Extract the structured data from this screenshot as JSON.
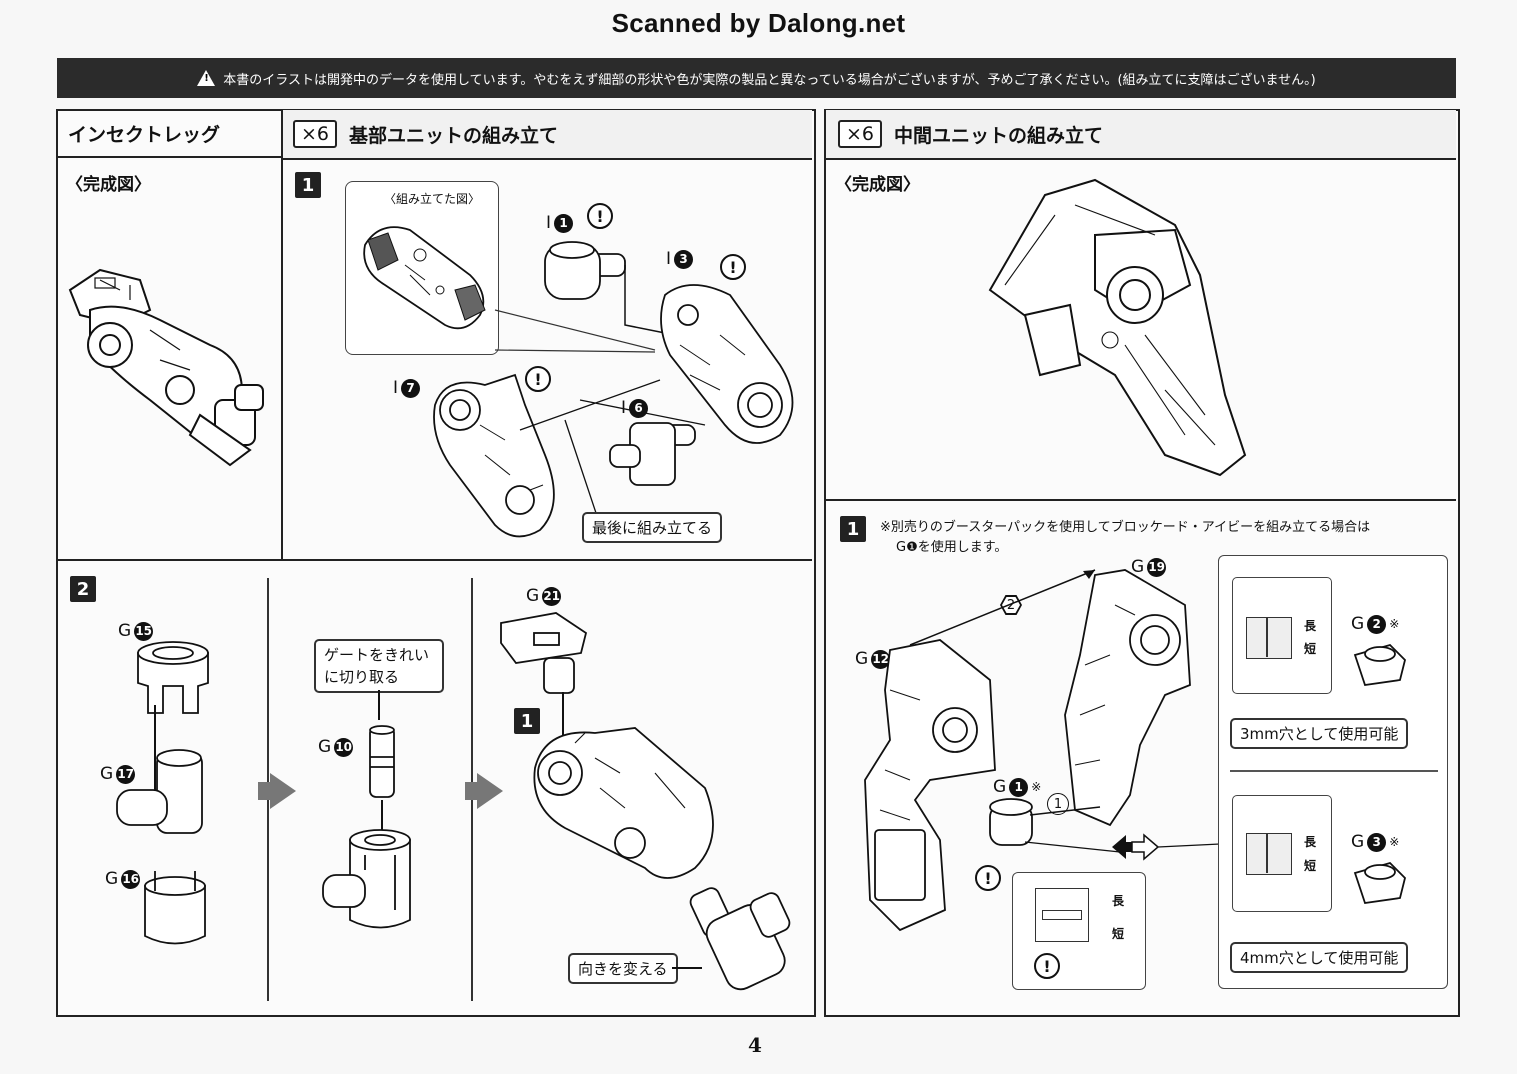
{
  "header": {
    "scanned_by": "Scanned by Dalong.net"
  },
  "notice": {
    "text": "本書のイラストは開発中のデータを使用しています。やむをえず細部の形状や色が実際の製品と異なっている場合がございますが、予めご了承ください。(組み立てに支障はございません。)"
  },
  "left_panel": {
    "title": "インセクトレッグ",
    "completed_label": "〈完成図〉"
  },
  "base_unit": {
    "multiplier": "×6",
    "title": "基部ユニットの組み立て",
    "step": "1",
    "inset_label": "〈組み立てた図〉",
    "parts": [
      "I",
      "I",
      "I",
      "I"
    ],
    "part_numbers": [
      "1",
      "3",
      "7",
      "6"
    ],
    "last_note": "最後に組み立てる"
  },
  "step2": {
    "step": "2",
    "parts_letter": "G",
    "part_numbers": [
      "15",
      "17",
      "16",
      "10",
      "21"
    ],
    "gate_note_line1": "ゲートをきれい",
    "gate_note_line2": "に切り取る",
    "ref_step": "1",
    "turn_note": "向きを変える"
  },
  "mid_unit": {
    "multiplier": "×6",
    "title": "中間ユニットの組み立て",
    "completed_label": "〈完成図〉",
    "step": "1",
    "note_line1": "※別売りのブースターパックを使用してブロッケード・アイビーを組み立てる場合は",
    "note_line2": "G❶を使用します。",
    "parts_letter": "G",
    "part_numbers": [
      "19",
      "12",
      "1",
      "2",
      "3"
    ],
    "asterisk": "※",
    "order_1": "1",
    "order_2": "2",
    "long_label": "長",
    "short_label": "短",
    "use_3mm": "3mm穴として使用可能",
    "use_4mm": "4mm穴として使用可能"
  },
  "footer": {
    "page_number": "4"
  }
}
